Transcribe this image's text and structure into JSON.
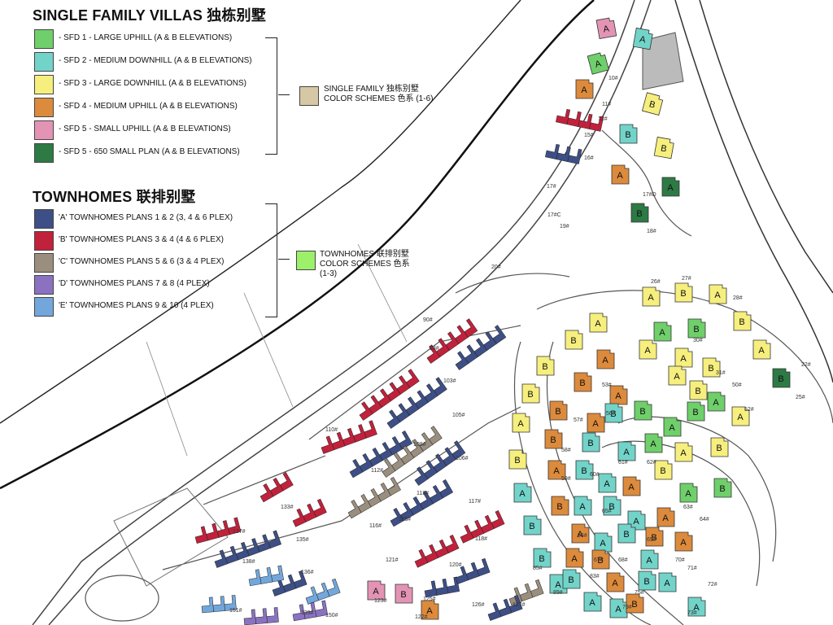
{
  "sfd": {
    "title": "SINGLE FAMILY VILLAS 独栋别墅",
    "items": [
      {
        "label": "- SFD 1 - LARGE UPHILL  (A & B ELEVATIONS)",
        "color": "#6fcf6a"
      },
      {
        "label": "- SFD 2 - MEDIUM DOWNHILL  (A & B ELEVATIONS)",
        "color": "#72d3c9"
      },
      {
        "label": "- SFD 3 - LARGE DOWNHILL  (A & B ELEVATIONS)",
        "color": "#f6ef7e"
      },
      {
        "label": "- SFD 4 - MEDIUM UPHILL  (A & B ELEVATIONS)",
        "color": "#dc8a3c"
      },
      {
        "label": "- SFD 5 - SMALL UPHILL  (A & B ELEVATIONS)",
        "color": "#e394b5"
      },
      {
        "label": "- SFD 5 - 650 SMALL PLAN  (A & B ELEVATIONS)",
        "color": "#2d7a45"
      }
    ],
    "scheme_line1": "SINGLE FAMILY 独栋别墅",
    "scheme_line2": "COLOR SCHEMES 色系  (1-6)",
    "scheme_color": "#d6c8a4"
  },
  "townhomes": {
    "title": "TOWNHOMES 联排别墅",
    "items": [
      {
        "label": "'A' TOWNHOMES PLANS 1 & 2 (3, 4 & 6 PLEX)",
        "color": "#3d4f86"
      },
      {
        "label": "'B' TOWNHOMES PLANS 3 & 4 (4 & 6 PLEX)",
        "color": "#c2213b"
      },
      {
        "label": "'C' TOWNHOMES PLANS 5 & 6 (3 & 4 PLEX)",
        "color": "#9a8e7e"
      },
      {
        "label": "'D' TOWNHOMES PLANS 7 & 8 (4 PLEX)",
        "color": "#8a72c1"
      },
      {
        "label": "'E' TOWNHOMES PLANS 9 & 10 (4 PLEX)",
        "color": "#73a7dc"
      }
    ],
    "scheme_line1": "TOWNHOMES 联排别墅",
    "scheme_line2": "COLOR SCHEMES 色系",
    "scheme_line3": "(1-3)",
    "scheme_color": "#9cf06a"
  },
  "map": {
    "villa_letters": [
      "A",
      "B"
    ],
    "lot_labels": [
      "10#",
      "11#",
      "12#",
      "15#",
      "16#",
      "17#",
      "17#C",
      "17#D",
      "18#",
      "19#",
      "20#",
      "22#",
      "25#",
      "26#",
      "27#",
      "28#",
      "30#",
      "31#",
      "50#",
      "52#",
      "53#",
      "56#",
      "57#",
      "58#",
      "59#",
      "60#",
      "61#",
      "62#",
      "63#",
      "64#",
      "65#",
      "66#",
      "67#",
      "68#",
      "69#",
      "70#",
      "71#",
      "72#",
      "73#",
      "75#",
      "79#",
      "83#",
      "85#",
      "89#",
      "90#",
      "93#",
      "103#",
      "105#",
      "106#",
      "108#",
      "110#",
      "112#",
      "113#",
      "115#",
      "116#",
      "117#",
      "118#",
      "120#",
      "121#",
      "122#",
      "123#",
      "125#",
      "126#",
      "127#",
      "133#",
      "135#",
      "136#",
      "137#",
      "138#",
      "139#",
      "150#",
      "151#"
    ]
  }
}
